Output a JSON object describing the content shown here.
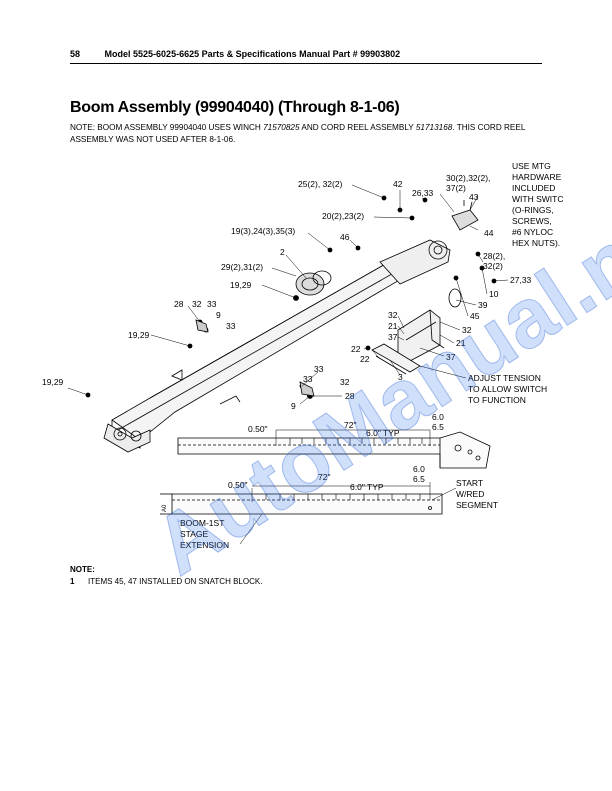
{
  "header": {
    "page_number": "58",
    "manual_title": "Model 5525-6025-6625 Parts & Specifications Manual Part # 99903802"
  },
  "title": "Boom Assembly (99904040) (Through 8-1-06)",
  "intro": {
    "part1": "NOTE: BOOM ASSEMBLY 99904040 USES WINCH ",
    "winch": "71570825",
    "part2": " AND CORD REEL ASSEMBLY ",
    "reel": "51713168",
    "part3": ". THIS CORD REEL ASSEMBLY WAS NOT USED AFTER 8-1-06."
  },
  "callouts": {
    "c1": "25(2), 32(2)",
    "c2": "42",
    "c3": "26,33",
    "c4": "30(2),32(2),",
    "c4b": "37(2)",
    "c5": "43",
    "c6": "44",
    "c7": "20(2),23(2)",
    "c8": "19(3),24(3),35(3)",
    "c9": "46",
    "c10": "2",
    "c11": "29(2),31(2)",
    "c12": "19,29",
    "c13": "28(2),",
    "c13b": "32(2)",
    "c14": "27,33",
    "c15": "10",
    "c16": "39",
    "c17": "45",
    "c18": "28",
    "c19": "32",
    "c20": "33",
    "c21": "9",
    "c22": "33",
    "c23": "19,29",
    "c24": "32",
    "c25": "21",
    "c26": "37",
    "c27": "32",
    "c28": "21",
    "c29": "22",
    "c30": "22",
    "c31": "37",
    "c32": "3",
    "c33": "19,29",
    "c34": "33",
    "c35": "33",
    "c36": "32",
    "c37": "28",
    "c38": "9"
  },
  "mtg_note": [
    "USE MTG",
    "HARDWARE",
    "INCLUDED",
    "WITH SWITC",
    "(O-RINGS,",
    "SCREWS,",
    "#6 NYLOC",
    "HEX NUTS)."
  ],
  "tension_note": [
    "ADJUST TENSION",
    "TO ALLOW SWITCH",
    "TO FUNCTION"
  ],
  "dims_upper": {
    "d1": "0.50\"",
    "d2": "72\"",
    "d3": "6.0\" TYP",
    "d4": "6.0",
    "d5": "6.5"
  },
  "dims_lower": {
    "d1": "0.50\"",
    "d2": "72\"",
    "d3": "6.0\" TYP",
    "d4": "6.0",
    "d5": "6.5"
  },
  "start_note": [
    "START",
    "W/RED",
    "SEGMENT"
  ],
  "boom_note": [
    "BOOM-1ST",
    "STAGE",
    "EXTENSION"
  ],
  "notes": {
    "heading": "NOTE:",
    "item_number": "1",
    "item_text": "ITEMS 45, 47 INSTALLED ON SNATCH BLOCK."
  },
  "watermark": "AutoManual.net"
}
